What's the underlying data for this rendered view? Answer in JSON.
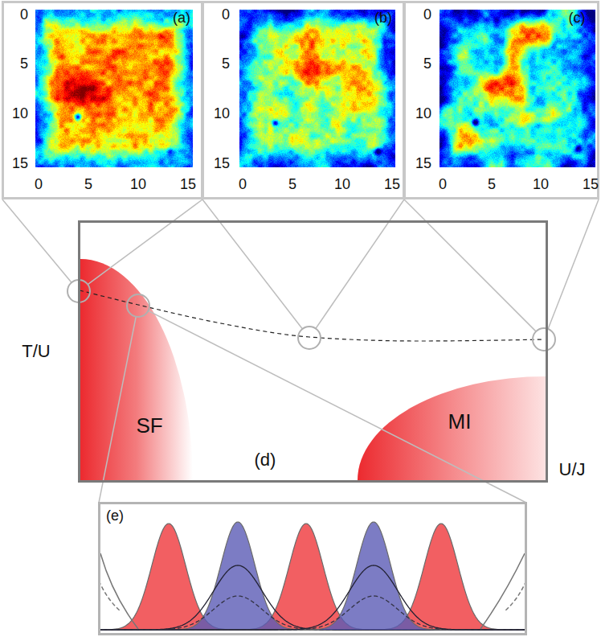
{
  "diagram": {
    "nodes": [
      {
        "text": [
          "(a)"
        ]
      },
      {
        "text": [
          "(b)"
        ]
      },
      {
        "text": [
          "(c)"
        ]
      },
      {
        "text": [
          "(d)"
        ]
      },
      {
        "text": [
          "SF"
        ],
        "in": 3
      },
      {
        "text": [
          "MI"
        ],
        "in": 3
      },
      {
        "text": [
          "(e)"
        ]
      }
    ],
    "labels": [
      "0",
      "5",
      "10",
      "15",
      "0",
      "5",
      "10",
      "15",
      "0",
      "5",
      "10",
      "15",
      "0",
      "5",
      "10",
      "15",
      "0",
      "5",
      "10",
      "15",
      "0",
      "5",
      "10",
      "15",
      "T/U",
      "U/J"
    ]
  }
}
